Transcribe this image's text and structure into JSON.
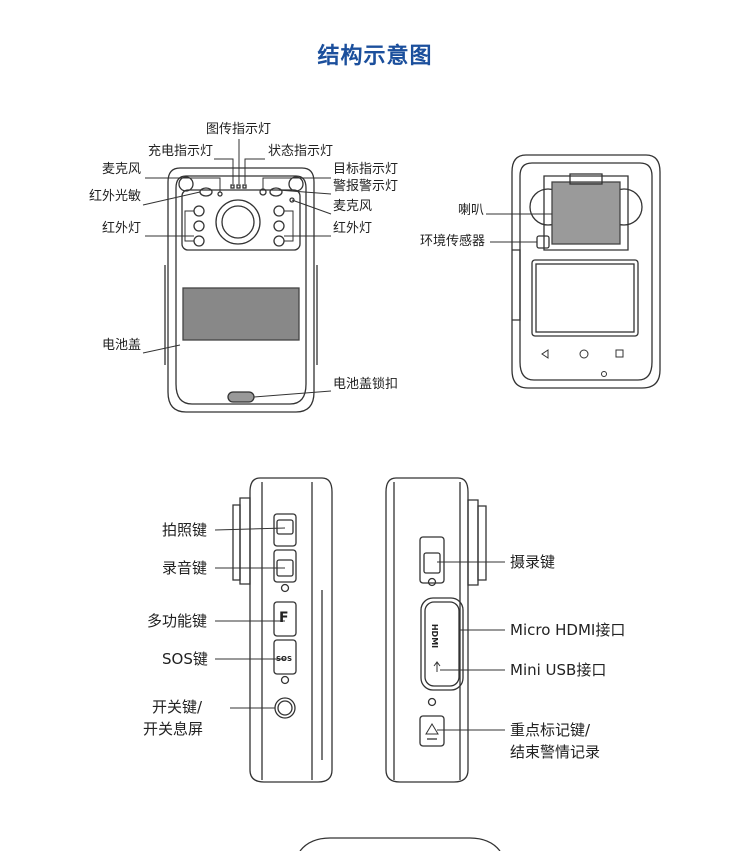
{
  "title": "结构示意图",
  "front_view": {
    "labels": {
      "image_tx_led": "图传指示灯",
      "charge_led": "充电指示灯",
      "status_led": "状态指示灯",
      "mic_left": "麦克风",
      "target_led": "目标指示灯",
      "ir_sensor": "红外光敏",
      "alarm_led": "警报警示灯",
      "mic_right": "麦克风",
      "ir_led_left": "红外灯",
      "ir_led_right": "红外灯",
      "battery_cover": "电池盖",
      "battery_lock": "电池盖锁扣"
    }
  },
  "back_view": {
    "labels": {
      "speaker": "喇叭",
      "env_sensor": "环境传感器"
    }
  },
  "left_side": {
    "labels": {
      "photo_key": "拍照键",
      "audio_key": "录音键",
      "multi_key": "多功能键",
      "sos_key": "SOS键",
      "power_key_1": "开关键/",
      "power_key_2": "开关息屏"
    },
    "button_marks": {
      "multi": "F",
      "sos": "SOS"
    }
  },
  "right_side": {
    "labels": {
      "record_key": "摄录键",
      "hdmi": "Micro HDMI接口",
      "usb": "Mini USB接口",
      "mark_key_1": "重点标记键/",
      "mark_key_2": "结束警情记录"
    },
    "port_marks": {
      "hdmi": "HDMI"
    }
  },
  "colors": {
    "title": "#1b4f9c",
    "line": "#333333"
  }
}
